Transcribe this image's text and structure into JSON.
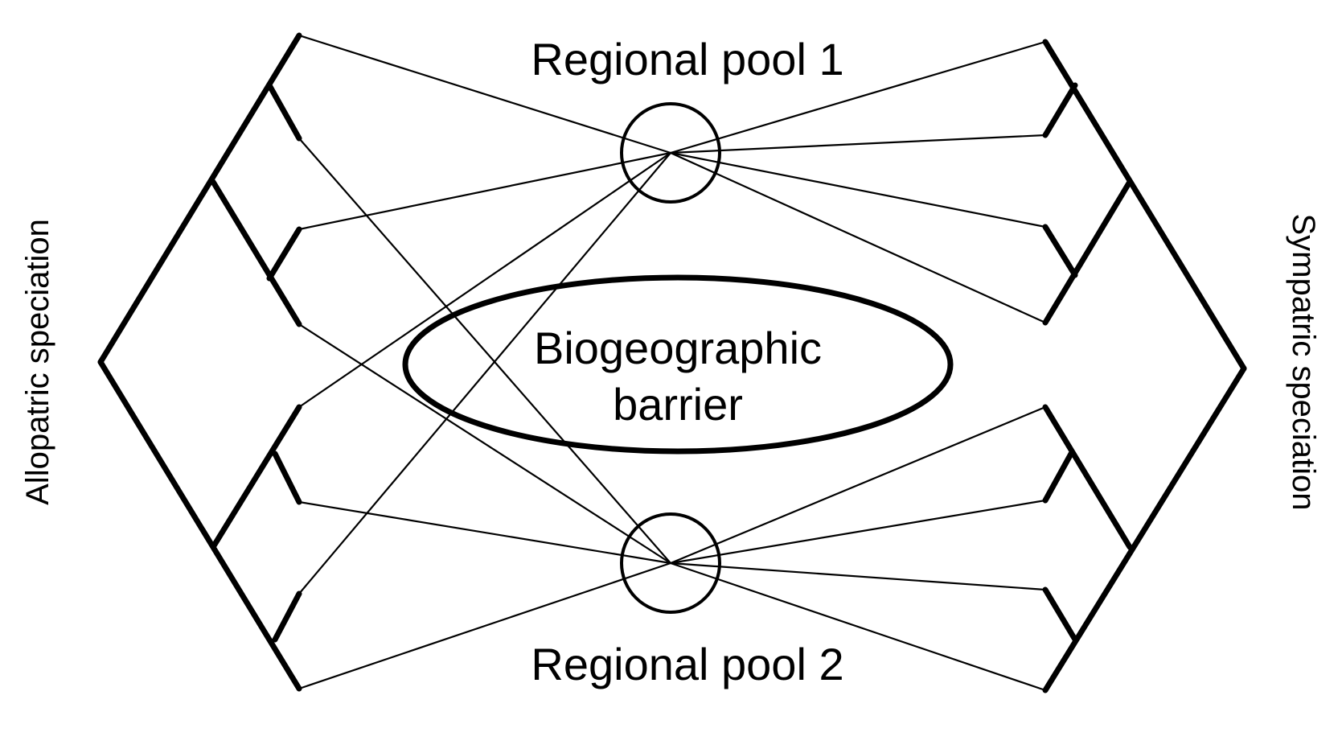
{
  "labels": {
    "pool1": "Regional pool 1",
    "pool2": "Regional pool 2",
    "barrier_line1": "Biogeographic",
    "barrier_line2": "barrier",
    "left_side": "Allopatric speciation",
    "right_side": "Sympatric speciation"
  },
  "colors": {
    "line": "#000000",
    "background": "#ffffff"
  }
}
